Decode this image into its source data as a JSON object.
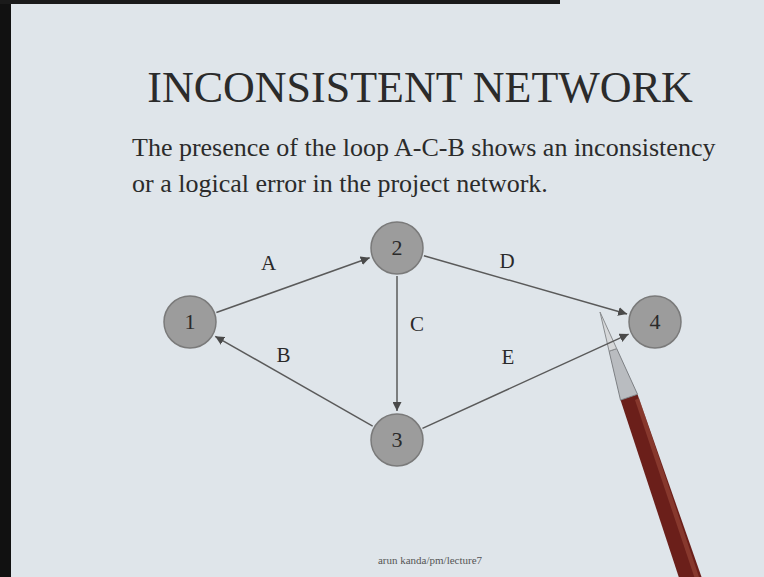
{
  "diagram": {
    "title": "INCONSISTENT NETWORK",
    "nodes": [
      {
        "text": [
          "1"
        ]
      },
      {
        "text": [
          "2"
        ]
      },
      {
        "text": [
          "3"
        ]
      },
      {
        "text": [
          "4"
        ]
      }
    ],
    "edges": [
      {
        "from": 0,
        "to": 1,
        "arrow": "to",
        "label": "A"
      },
      {
        "from": 1,
        "to": 3,
        "arrow": "to",
        "label": "D"
      },
      {
        "from": 1,
        "to": 2,
        "arrow": "to",
        "label": "C"
      },
      {
        "from": 2,
        "to": 0,
        "arrow": "to",
        "label": "B"
      },
      {
        "from": 2,
        "to": 3,
        "arrow": "to",
        "label": "E"
      }
    ],
    "labels": [
      "The presence of the loop A-C-B shows an inconsistency or a logical error in the project network.",
      "arun kanda/pm/lecture7"
    ]
  }
}
